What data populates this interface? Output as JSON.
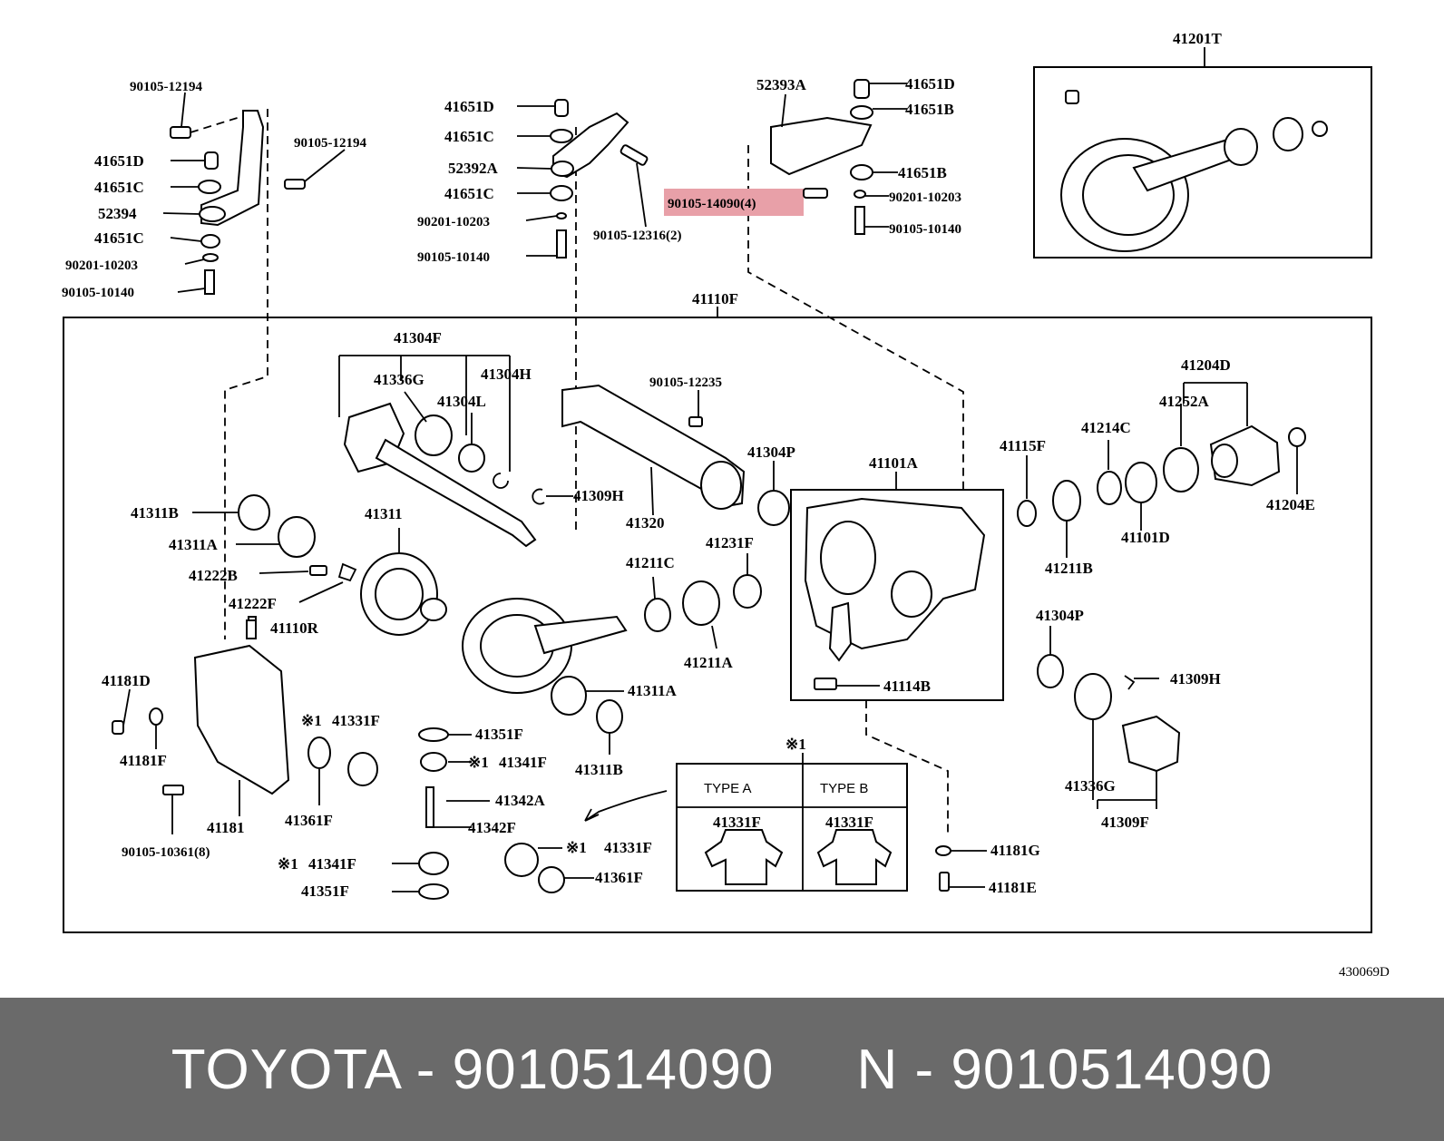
{
  "diagram_code": "430069D",
  "highlight_color": "#e8a0a8",
  "labels": {
    "l1": "90105-12194",
    "l2": "41651D",
    "l3": "41651C",
    "l4": "52394",
    "l5": "41651C",
    "l6": "90201-10203",
    "l7": "90105-10140",
    "l8": "90105-12194",
    "l9": "41651D",
    "l10": "41651C",
    "l11": "52392A",
    "l12": "41651C",
    "l13": "90201-10203",
    "l14": "90105-10140",
    "l15": "90105-12316(2)",
    "l16": "52393A",
    "l17": "41651D",
    "l18": "41651B",
    "l19": "41651B",
    "l20": "90105-14090(4)",
    "l21": "90201-10203",
    "l22": "90105-10140",
    "l23": "41201T",
    "l24": "41110F",
    "l25": "41304F",
    "l26": "41336G",
    "l27": "41304H",
    "l28": "41304L",
    "l29": "90105-12235",
    "l30": "41304P",
    "l31": "41309H",
    "l32": "41320",
    "l33": "41101A",
    "l34": "41115F",
    "l35": "41214C",
    "l36": "41252A",
    "l37": "41204D",
    "l38": "41204E",
    "l39": "41311B",
    "l40": "41311A",
    "l41": "41311",
    "l42": "41222B",
    "l43": "41222F",
    "l44": "41110R",
    "l45": "41211C",
    "l46": "41231F",
    "l47": "41211A",
    "l48": "41211B",
    "l49": "41101D",
    "l50": "41304P",
    "l51": "41114B",
    "l52": "41309H",
    "l53": "41181D",
    "l54": "41181F",
    "l55": "41181",
    "l56": "90105-10361(8)",
    "l57": "※1",
    "l58": "41331F",
    "l59": "41361F",
    "l60": "41351F",
    "l61": "※1",
    "l62": "41341F",
    "l63": "41342A",
    "l64": "41342F",
    "l65": "※1",
    "l66": "41341F",
    "l67": "41351F",
    "l68": "41311A",
    "l69": "41311B",
    "l70": "※1",
    "l71": "41331F",
    "l72": "41361F",
    "l73": "※1",
    "l74": "TYPE A",
    "l75": "TYPE B",
    "l76": "41331F",
    "l77": "41331F",
    "l78": "41181G",
    "l79": "41181E",
    "l80": "41336G",
    "l81": "41309F"
  },
  "footer": {
    "caption": "TOYOTA - 9010514090     N - 9010514090"
  }
}
